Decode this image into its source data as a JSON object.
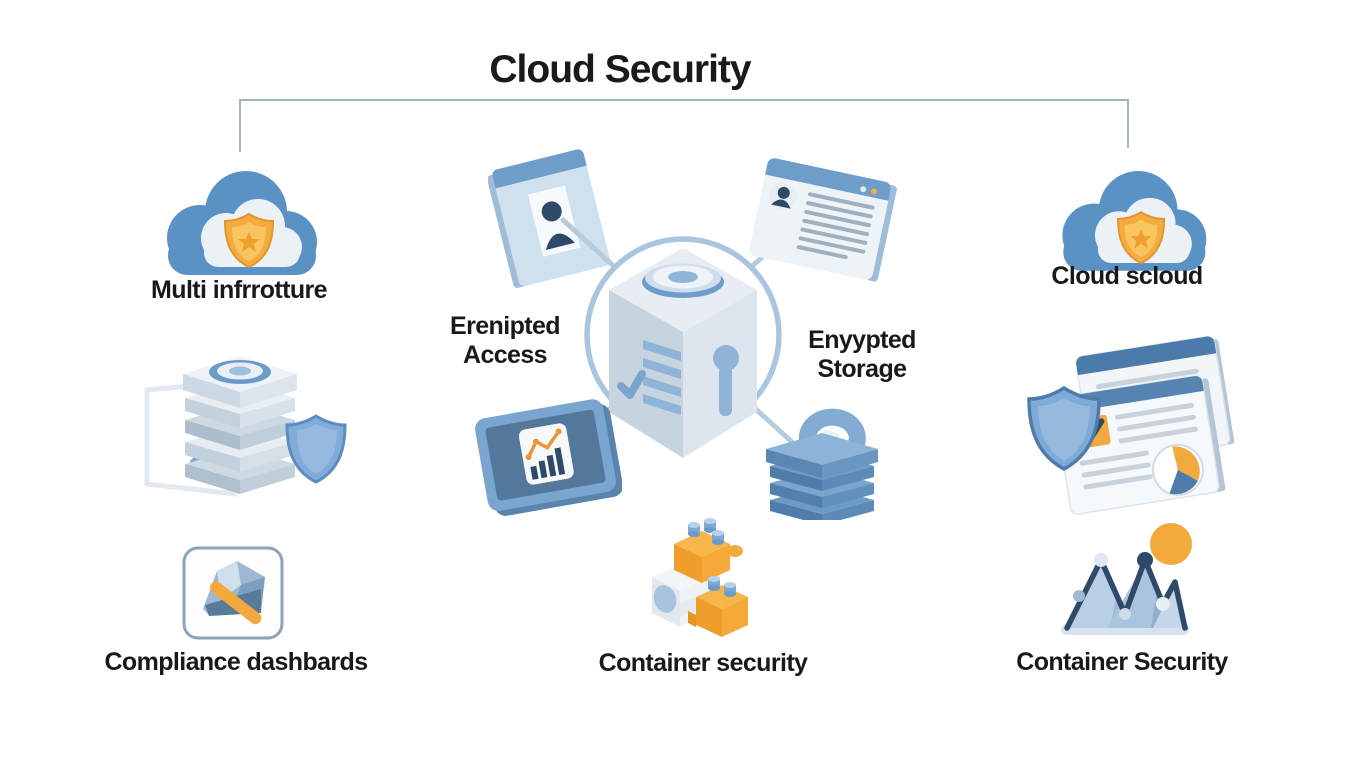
{
  "title": "Cloud Security",
  "nodes": {
    "multi_infra": {
      "label": "Multi infrrotture"
    },
    "compliance": {
      "label": "Compliance dashbards"
    },
    "encrypted_access": {
      "line1": "Erenipted",
      "line2": "Access"
    },
    "encrypted_storage": {
      "line1": "Enyypted",
      "line2": "Storage"
    },
    "cloud_scloud": {
      "label": "Cloud scloud"
    },
    "container_security_center": {
      "label": "Container security"
    },
    "container_security_right": {
      "label": "Container Security"
    }
  },
  "icons": {
    "top_left": "cloud-shield-icon",
    "mid_left": "server-stack-shield-icon",
    "bottom_left": "compliance-dashboard-icon",
    "center_top_left": "id-badge-icon",
    "center": "secure-cube-icon",
    "center_top_right": "id-card-lines-icon",
    "center_bottom_left": "analytics-screen-icon",
    "center_bottom_right": "encrypted-stack-lock-icon",
    "bottom_center": "container-blocks-icon",
    "top_right": "cloud-shield-icon",
    "mid_right": "shield-documents-icon",
    "bottom_right": "mountain-chart-sun-icon"
  },
  "colors": {
    "text": "#1a1a1a",
    "connector": "#9fb5c6",
    "circle_stroke": "#a9c5e0",
    "cloud_blue": "#5b92c5",
    "shield_gold": "#f5ab3d",
    "accent_orange": "#f2a93d",
    "steel_blue": "#7fa9d4",
    "navy": "#2e4a68"
  }
}
